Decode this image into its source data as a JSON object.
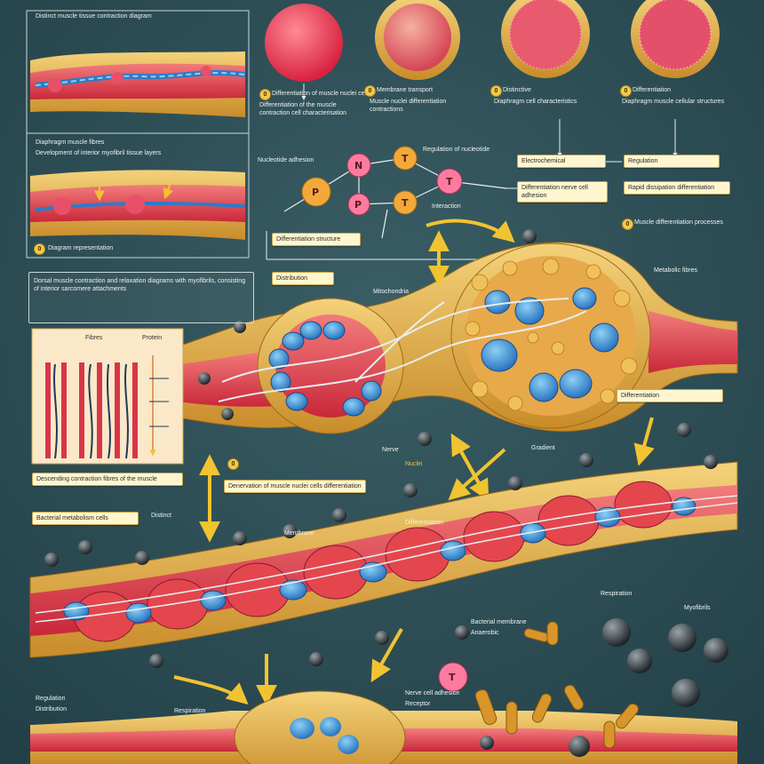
{
  "top_caption": "Distinct muscle tissue contraction diagram",
  "panels": {
    "fiber_label": "Diaphragm muscle fibres",
    "fiber_note": "Development of interior myofibril tissue layers",
    "legend_title": "Diagram representation",
    "mid_box_left": "Dorsal muscle contraction and relaxation diagrams with myofibrils, consisting of interior sarcomere attachments",
    "side_inset_note1": "Fibres",
    "side_inset_note2": "Protein",
    "under_inset_1": "Descending contraction fibres of the muscle",
    "under_inset_2": "Bacterial metabolism cells"
  },
  "cell_captions": [
    "Differentiation of muscle nuclei cells",
    "Membrane transport",
    "Distinctive",
    "Differentiation"
  ],
  "cell_subcaptions": [
    "Differentiation of the muscle contraction cell characterisation",
    "Muscle nuclei differentiation contractions",
    "Diaphragm cell characteristics",
    "Diaphragm muscle cellular structures"
  ],
  "molecule_letters": [
    "P",
    "N",
    "T",
    "P",
    "T",
    "T",
    "T"
  ],
  "molecule_labels": {
    "left": "Nucleotide adhesion",
    "right": "Regulation of nucleotide",
    "bottom": "Interaction"
  },
  "right_boxes": {
    "box1": "Electrochemical",
    "box2": "Differentiation nerve cell adhesion",
    "box3": "Regulation",
    "box4": "Rapid dissipation differentiation",
    "note_right": "Muscle differentiation processes"
  },
  "center_boxes": {
    "box_a": "Differentiation structure",
    "box_b": "Differentiation",
    "box_c": "Distribution",
    "box_d": "Membrane",
    "mid_left_box": "Denervation of muscle nuclei cells differentiation",
    "mid_right_box": "Differentiation"
  },
  "small_labels": {
    "nerve": "Nerve",
    "gradient": "Gradient",
    "dpi": "Distinct",
    "right_tag": "Metabolic fibres",
    "center_tag": "Mitochondria",
    "red_tag": "Nuclei",
    "bottom_center": "Nerve cell adhesion",
    "bottom_center2": "Receptor",
    "bottom_right": "Bacterial membrane",
    "bottom_right2": "Anaerobic",
    "bottom_left": "Regulation",
    "bottom_left2": "Distribution",
    "bottom_mid": "Respiration",
    "far_right": "Respiration",
    "lower_right": "Myofibrils"
  },
  "numbers": [
    "0",
    "0",
    "0",
    "0",
    "0",
    "0",
    "0"
  ],
  "colors": {
    "background": "#2d4d55",
    "muscle_red": "#e4464e",
    "connective_gold": "#e8b04a",
    "nucleus_blue": "#3d8fd1",
    "label_bg": "#fff6cf",
    "arrow_yellow": "#f2c330"
  }
}
